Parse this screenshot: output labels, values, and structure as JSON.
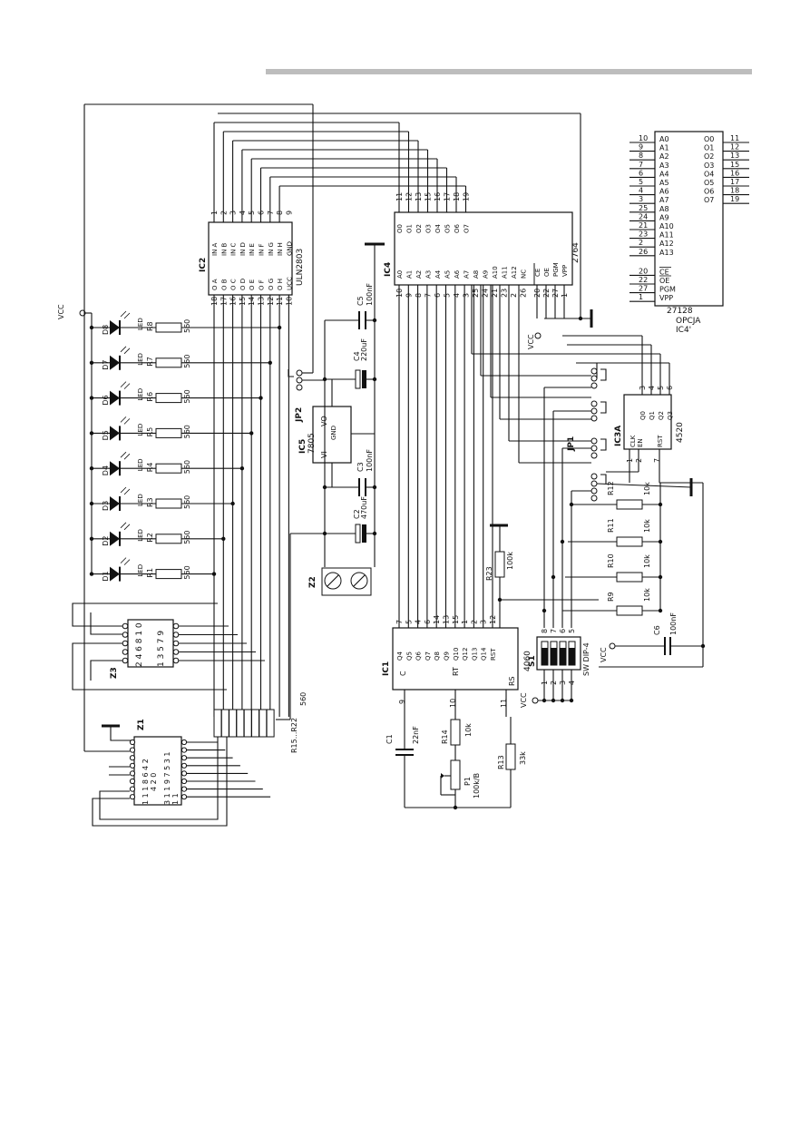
{
  "ic4": {
    "name": "IC4",
    "part": "2764",
    "top_pins": [
      "11",
      "12",
      "13",
      "15",
      "16",
      "17",
      "18",
      "19"
    ],
    "top_labels": [
      "O0",
      "O1",
      "O2",
      "O3",
      "O4",
      "O5",
      "O6",
      "O7"
    ],
    "bottom_labels": [
      "A0",
      "A1",
      "A2",
      "A3",
      "A4",
      "A5",
      "A6",
      "A7",
      "A8",
      "A9",
      "A10",
      "A11",
      "A12",
      "NC"
    ],
    "bottom_pins": [
      "10",
      "9",
      "8",
      "7",
      "6",
      "5",
      "4",
      "3",
      "25",
      "24",
      "21",
      "23",
      "2",
      "26"
    ],
    "ctrl_labels": [
      "CE",
      "OE",
      "PGM",
      "VPP"
    ],
    "ctrl_pins": [
      "20",
      "22",
      "27",
      "1"
    ]
  },
  "ic4p": {
    "name": "IC4'",
    "part": "27128",
    "caption": "OPCJA",
    "left_pins": [
      "10",
      "9",
      "8",
      "7",
      "6",
      "5",
      "4",
      "3",
      "25",
      "24",
      "21",
      "23",
      "2",
      "26",
      "20",
      "22",
      "27",
      "1"
    ],
    "left_labels": [
      "A0",
      "A1",
      "A2",
      "A3",
      "A4",
      "A5",
      "A6",
      "A7",
      "A8",
      "A9",
      "A10",
      "A11",
      "A12",
      "A13",
      "CE",
      "OE",
      "PGM",
      "VPP"
    ],
    "right_labels": [
      "O0",
      "O1",
      "O2",
      "O3",
      "O4",
      "O5",
      "O6",
      "O7"
    ],
    "right_pins": [
      "11",
      "12",
      "13",
      "15",
      "16",
      "17",
      "18",
      "19"
    ]
  },
  "ic2": {
    "name": "IC2",
    "part": "ULN2803",
    "in_labels": [
      "IN A",
      "IN B",
      "IN C",
      "IN D",
      "IN E",
      "IN F",
      "IN G",
      "IN H",
      "GND"
    ],
    "in_pins": [
      "1",
      "2",
      "3",
      "4",
      "5",
      "6",
      "7",
      "8",
      "9"
    ],
    "out_labels": [
      "O A",
      "O B",
      "O C",
      "O D",
      "O E",
      "O F",
      "O G",
      "O H",
      "UCC"
    ],
    "out_pins": [
      "18",
      "17",
      "16",
      "15",
      "14",
      "13",
      "12",
      "11",
      "10"
    ]
  },
  "ic1": {
    "name": "IC1",
    "part": "4060",
    "q_labels": [
      "Q4",
      "Q5",
      "Q6",
      "Q7",
      "Q8",
      "Q9",
      "Q10",
      "Q12",
      "Q13",
      "Q14",
      "RST"
    ],
    "q_pins": [
      "7",
      "5",
      "4",
      "6",
      "14",
      "13",
      "15",
      "1",
      "2",
      "3",
      "12"
    ],
    "c_label": "C",
    "rt_label": "RT",
    "rs_label": "RS",
    "c_pin": "9",
    "rt_pin": "10",
    "rs_pin": "11"
  },
  "ic3": {
    "name": "IC3A",
    "part": "4520",
    "labels": [
      "Q0",
      "Q1",
      "Q2",
      "Q3",
      "CLK",
      "EN",
      "RST"
    ],
    "pins": [
      "3",
      "4",
      "5",
      "6",
      "1",
      "2",
      "7"
    ]
  },
  "ic5": {
    "name": "IC5",
    "part": "7805",
    "vi": "VI",
    "vo": "VO",
    "gnd": "GND"
  },
  "leds": [
    {
      "d": "D8",
      "r": "R8"
    },
    {
      "d": "D7",
      "r": "R7"
    },
    {
      "d": "D6",
      "r": "R6"
    },
    {
      "d": "D5",
      "r": "R5"
    },
    {
      "d": "D4",
      "r": "R4"
    },
    {
      "d": "D3",
      "r": "R3"
    },
    {
      "d": "D2",
      "r": "R2"
    },
    {
      "d": "D1",
      "r": "R1"
    }
  ],
  "led_label": "LED",
  "led_r_value": "560",
  "vcc": "VCC",
  "caps": {
    "c5": {
      "name": "C5",
      "value": "100nF"
    },
    "c4": {
      "name": "C4",
      "value": "220uF"
    },
    "c3": {
      "name": "C3",
      "value": "100nF"
    },
    "c2": {
      "name": "C2",
      "value": "470uF"
    },
    "c1": {
      "name": "C1",
      "value": "22nF"
    },
    "c6": {
      "name": "C6",
      "value": "100nF"
    }
  },
  "res": {
    "r12": {
      "name": "R12",
      "value": "10k"
    },
    "r11": {
      "name": "R11",
      "value": "10k"
    },
    "r10": {
      "name": "R10",
      "value": "10k"
    },
    "r9": {
      "name": "R9",
      "value": "10k"
    },
    "r23": {
      "name": "R23",
      "value": "100k"
    },
    "r14": {
      "name": "R14",
      "value": "10k"
    },
    "r13": {
      "name": "R13",
      "value": "33k"
    },
    "p1": {
      "name": "P1",
      "value": "100k/B"
    },
    "rarr": {
      "name": "R15...R22",
      "value": "560"
    }
  },
  "jp1": "JP1",
  "jp2": "JP2",
  "z1": "Z1",
  "z2": "Z2",
  "z3": "Z3",
  "s1": {
    "name": "S1",
    "part": "SW DIP-4",
    "pins": [
      "8",
      "7",
      "6",
      "5",
      "1",
      "2",
      "3",
      "4"
    ]
  },
  "z3_rows": [
    "2 4 6 8 1 0",
    "1 3 5 7 9"
  ],
  "z1_rows": [
    "1 1 1 8 6 4 2",
    "4 2 0",
    "3 1 1 9 7 5 3 1",
    "1 1"
  ]
}
